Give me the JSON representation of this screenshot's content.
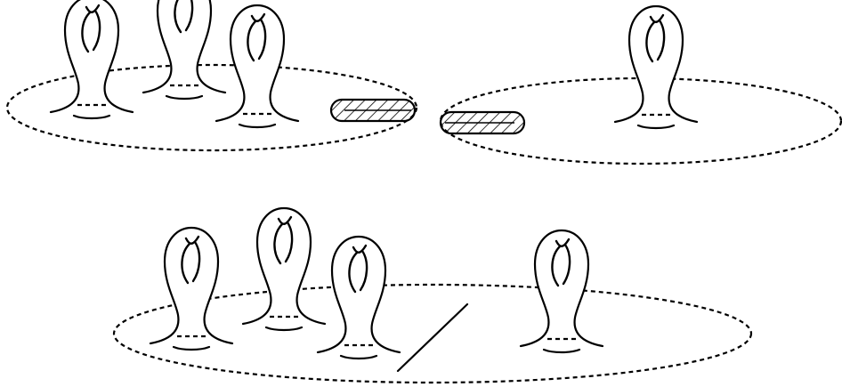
{
  "diagram": {
    "top_left_surface": {
      "handles": 3,
      "hatched_disk": true
    },
    "top_right_surface": {
      "handles": 1,
      "hatched_disk": true
    },
    "bottom_surface": {
      "handles": 4,
      "separating_curve": true
    },
    "colors": {
      "stroke": "#000000",
      "background": "#ffffff"
    }
  }
}
